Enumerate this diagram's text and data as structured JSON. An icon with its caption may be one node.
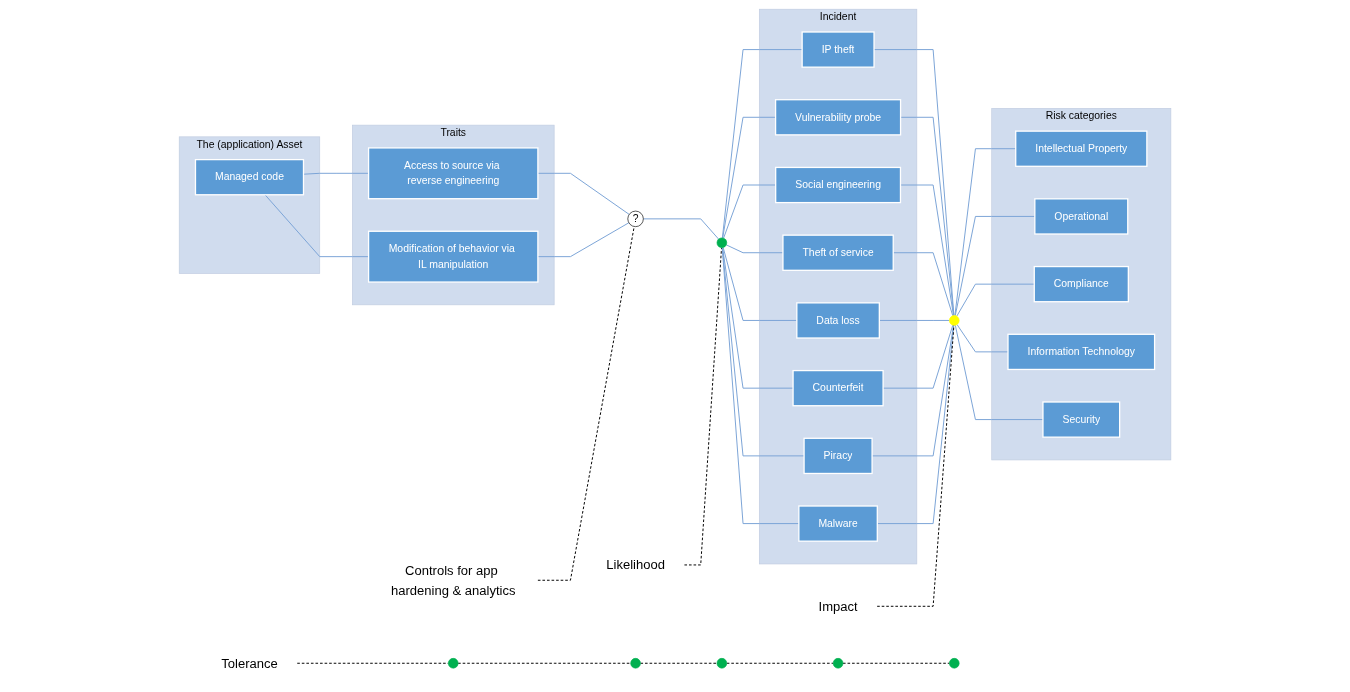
{
  "diagram": {
    "nodes": [
      {
        "text": [
          "The (application) Asset"
        ]
      },
      {
        "text": [
          "Managed code"
        ],
        "in": 0
      },
      {
        "text": [
          "Traits"
        ]
      },
      {
        "text": [
          "Access to source via reverse engineering"
        ],
        "in": 2
      },
      {
        "text": [
          "Modification of behavior via IL manipulation"
        ],
        "in": 2
      },
      {
        "text": [
          "Controls for app hardening & analytics"
        ]
      },
      {
        "text": [
          "?"
        ]
      },
      {
        "text": [
          "Likelihood"
        ]
      },
      {
        "text": [],
        "shape": "circle"
      },
      {
        "text": [
          "Incident"
        ]
      },
      {
        "text": [
          "IP theft"
        ],
        "in": 9
      },
      {
        "text": [
          "Vulnerability probe"
        ],
        "in": 9
      },
      {
        "text": [
          "Social engineering"
        ],
        "in": 9
      },
      {
        "text": [
          "Theft of service"
        ],
        "in": 9
      },
      {
        "text": [
          "Data loss"
        ],
        "in": 9
      },
      {
        "text": [
          "Counterfeit"
        ],
        "in": 9
      },
      {
        "text": [
          "Piracy"
        ],
        "in": 9
      },
      {
        "text": [
          "Malware"
        ],
        "in": 9
      },
      {
        "text": [
          "Impact"
        ]
      },
      {
        "text": [],
        "shape": "circle"
      },
      {
        "text": [
          "Tolerance"
        ]
      },
      {
        "text": [
          "Risk categories"
        ]
      },
      {
        "text": [
          "Intellectual Property"
        ],
        "in": 21
      },
      {
        "text": [
          "Operational"
        ],
        "in": 21
      },
      {
        "text": [
          "Compliance"
        ],
        "in": 21
      },
      {
        "text": [
          "Information Technology"
        ],
        "in": 21
      },
      {
        "text": [
          "Security"
        ],
        "in": 21
      },
      {
        "text": [],
        "shape": "circle"
      },
      {
        "text": [],
        "shape": "circle"
      },
      {
        "text": [],
        "shape": "circle"
      },
      {
        "text": [],
        "shape": "circle"
      },
      {
        "text": [],
        "shape": "circle"
      }
    ],
    "edges": [
      {
        "from": 1,
        "to": 3,
        "arrow": "none"
      },
      {
        "from": 1,
        "to": 4,
        "arrow": "none"
      },
      {
        "from": 3,
        "to": 6,
        "arrow": "none"
      },
      {
        "from": 4,
        "to": 6,
        "arrow": "none"
      },
      {
        "from": 5,
        "to": 6,
        "arrow": "none",
        "style": "dashed",
        "color": "#000000"
      },
      {
        "from": 6,
        "to": 8,
        "arrow": "none"
      },
      {
        "from": 7,
        "to": 8,
        "arrow": "none",
        "style": "dashed",
        "color": "#000000"
      },
      {
        "from": 8,
        "to": 10,
        "arrow": "none"
      },
      {
        "from": 8,
        "to": 11,
        "arrow": "none"
      },
      {
        "from": 8,
        "to": 12,
        "arrow": "none"
      },
      {
        "from": 8,
        "to": 13,
        "arrow": "none"
      },
      {
        "from": 8,
        "to": 14,
        "arrow": "none"
      },
      {
        "from": 8,
        "to": 15,
        "arrow": "none"
      },
      {
        "from": 8,
        "to": 16,
        "arrow": "none"
      },
      {
        "from": 8,
        "to": 17,
        "arrow": "none"
      },
      {
        "from": 10,
        "to": 19,
        "arrow": "none"
      },
      {
        "from": 11,
        "to": 19,
        "arrow": "none"
      },
      {
        "from": 12,
        "to": 19,
        "arrow": "none"
      },
      {
        "from": 13,
        "to": 19,
        "arrow": "none"
      },
      {
        "from": 14,
        "to": 19,
        "arrow": "none"
      },
      {
        "from": 15,
        "to": 19,
        "arrow": "none"
      },
      {
        "from": 16,
        "to": 19,
        "arrow": "none"
      },
      {
        "from": 17,
        "to": 19,
        "arrow": "none"
      },
      {
        "from": 18,
        "to": 19,
        "arrow": "none",
        "style": "dashed",
        "color": "#000000"
      },
      {
        "from": 19,
        "to": 22,
        "arrow": "none"
      },
      {
        "from": 19,
        "to": 23,
        "arrow": "none"
      },
      {
        "from": 19,
        "to": 24,
        "arrow": "none"
      },
      {
        "from": 19,
        "to": 25,
        "arrow": "none"
      },
      {
        "from": 19,
        "to": 26,
        "arrow": "none"
      },
      {
        "from": 20,
        "to": 27,
        "arrow": "none",
        "style": "dashed",
        "color": "#000000"
      },
      {
        "from": 27,
        "to": 28,
        "arrow": "none",
        "style": "dashed",
        "color": "#000000"
      },
      {
        "from": 28,
        "to": 29,
        "arrow": "none",
        "style": "dashed",
        "color": "#000000"
      },
      {
        "from": 29,
        "to": 30,
        "arrow": "none",
        "style": "dashed",
        "color": "#000000"
      },
      {
        "from": 30,
        "to": 31,
        "arrow": "none",
        "style": "dashed",
        "color": "#000000"
      }
    ]
  }
}
